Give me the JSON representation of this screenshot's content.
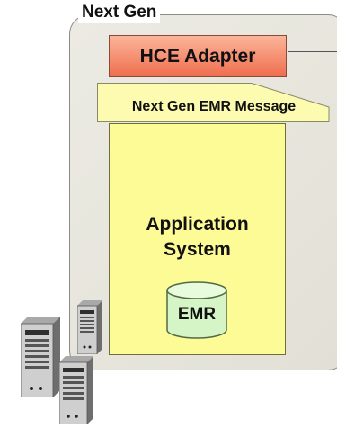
{
  "group": {
    "title": "Next Gen"
  },
  "adapter": {
    "label": "HCE Adapter"
  },
  "message": {
    "label": "Next Gen EMR Message"
  },
  "application": {
    "title_line1": "Application",
    "title_line2": "System"
  },
  "database": {
    "label": "EMR"
  },
  "icons": {
    "servers": [
      "server-tower-icon",
      "server-tower-icon",
      "server-tower-icon"
    ],
    "database": "database-cylinder-icon"
  },
  "colors": {
    "group_fill": "#e6e4da",
    "adapter_fill": "#f58a6a",
    "note_fill": "#fdfbb0",
    "app_fill": "#fdfb96",
    "db_fill": "#d6f5c6"
  }
}
